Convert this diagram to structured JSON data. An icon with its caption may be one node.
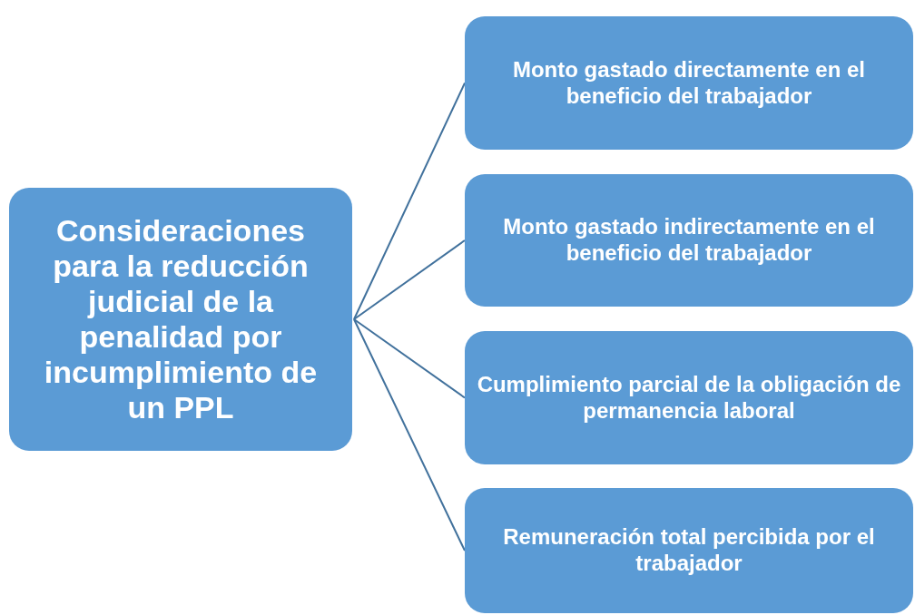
{
  "diagram": {
    "nodes": [
      {
        "text": [
          "Consideraciones para la reducción judicial de la penalidad por incumplimiento de un PPL"
        ]
      },
      {
        "text": [
          "Monto gastado directamente en el beneficio del trabajador"
        ]
      },
      {
        "text": [
          "Monto gastado indirectamente en el beneficio del trabajador"
        ]
      },
      {
        "text": [
          "Cumplimiento parcial de la obligación de permanencia laboral"
        ]
      },
      {
        "text": [
          "Remuneración total percibida por el trabajador"
        ]
      }
    ],
    "edges": [
      {
        "from": 0,
        "to": 1,
        "arrow": "none"
      },
      {
        "from": 0,
        "to": 2,
        "arrow": "none"
      },
      {
        "from": 0,
        "to": 3,
        "arrow": "none"
      },
      {
        "from": 0,
        "to": 4,
        "arrow": "none"
      }
    ]
  }
}
